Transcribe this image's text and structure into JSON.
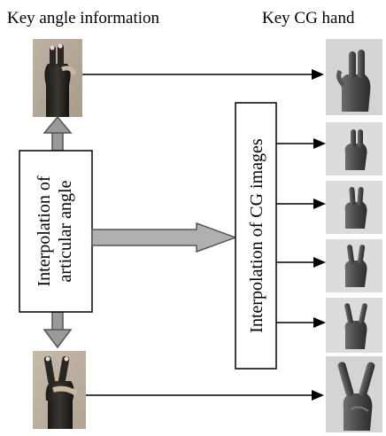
{
  "headers": {
    "left": "Key angle information",
    "right": "Key CG hand"
  },
  "boxes": {
    "articular_line1": "Interpolation of",
    "articular_line2": "articular angle",
    "cg_images": "Interpolation of CG images"
  },
  "photos": {
    "top": "key-photo-top",
    "bottom": "key-photo-bottom"
  },
  "cg_hands": [
    "key",
    "interpolated",
    "interpolated",
    "interpolated",
    "interpolated",
    "key"
  ]
}
